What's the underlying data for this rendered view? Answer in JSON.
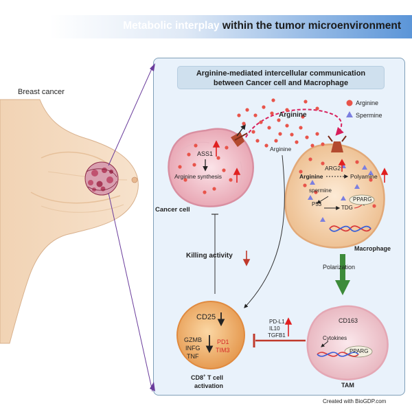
{
  "header": {
    "title_lead": "Metabolic interplay",
    "title_rest": "within the tumor microenvironment"
  },
  "panel": {
    "title_line1": "Arginine-mediated intercellular communication",
    "title_line2": "between Cancer cell and Macrophage"
  },
  "labels": {
    "breast_cancer": "Breast cancer",
    "cancer_cell": "Cancer cell",
    "ass1": "ASS1",
    "arginine_synthesis": "Arginine synthesis",
    "arginine_top": "Arginine",
    "arginine_mid": "Arginine",
    "arg2": "ARG2",
    "arginine_mac": "Arginine",
    "polyamine": "Polyamine",
    "spermine": "spermine",
    "p53": "P53",
    "tdg": "TDG",
    "pparg_mac": "PPARG",
    "macrophage": "Macrophage",
    "polarization": "Polarization",
    "killing_activity": "Killing  activity",
    "cd25": "CD25",
    "gzmb": "GZMB",
    "infg": "INFG",
    "tnf": "TNF",
    "pd1": "PD1",
    "tim3": "TIM3",
    "tcell_line1": "CD8",
    "tcell_sup": "+",
    "tcell_line1b": " T cell",
    "tcell_line2": "activation",
    "pdl1": "PD-L1",
    "il10": "IL10",
    "tgfb1": "TGFB1",
    "cd163": "CD163",
    "cytokines": "Cytokines",
    "pparg_tam": "PPARG",
    "tam": "TAM",
    "credit": "Created with BioGDP.com"
  },
  "legend": {
    "arginine": "Arginine",
    "spermine": "Spermine"
  },
  "colors": {
    "arginine_dot": "#e8544a",
    "spermine": "#7b7fe0",
    "up_arrow": "#e02020",
    "inhibit": "#c0392b",
    "polarization_arrow": "#3d8b3a",
    "cancer_cell": "#f2bcc6",
    "macrophage": "#f4d2a8",
    "tcell": "#f0b070",
    "tam": "#f3d1d6"
  }
}
